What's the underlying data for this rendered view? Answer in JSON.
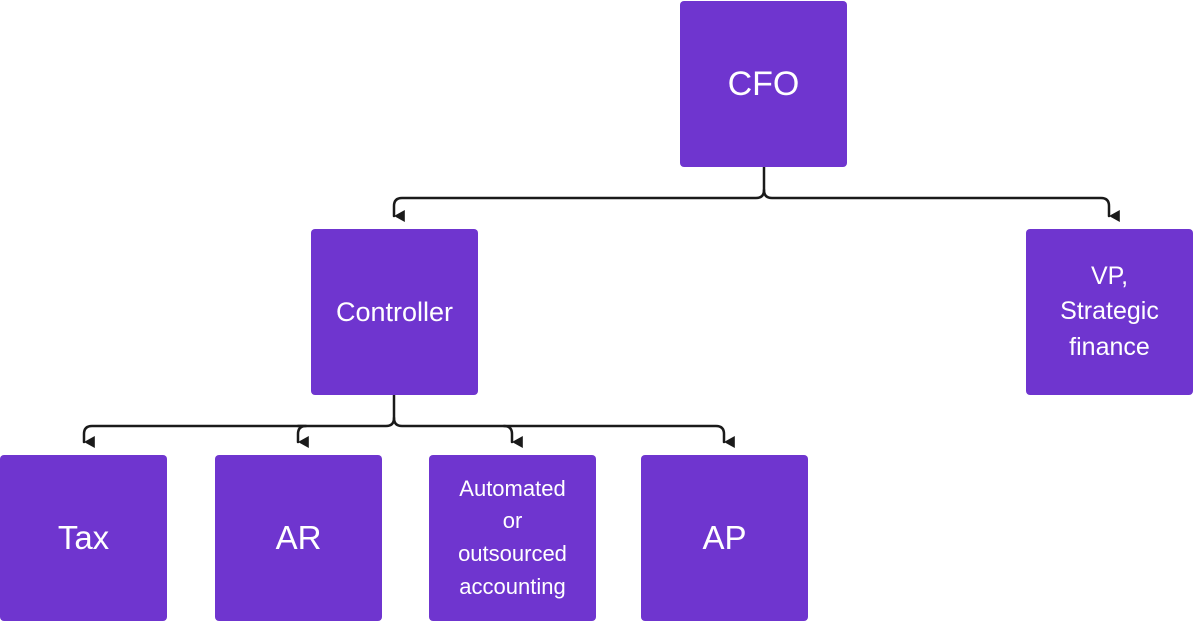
{
  "org_chart": {
    "cfo": {
      "label": "CFO"
    },
    "controller": {
      "label": "Controller"
    },
    "vp_strategic_finance": {
      "label": "VP,\nStrategic\nfinance"
    },
    "tax": {
      "label": "Tax"
    },
    "ar": {
      "label": "AR"
    },
    "automated_accounting": {
      "label": "Automated\nor\noutsourced\naccounting"
    },
    "ap": {
      "label": "AP"
    }
  },
  "colors": {
    "box_fill": "#6f35cf",
    "box_text": "#ffffff",
    "connector": "#1a1a1a"
  }
}
